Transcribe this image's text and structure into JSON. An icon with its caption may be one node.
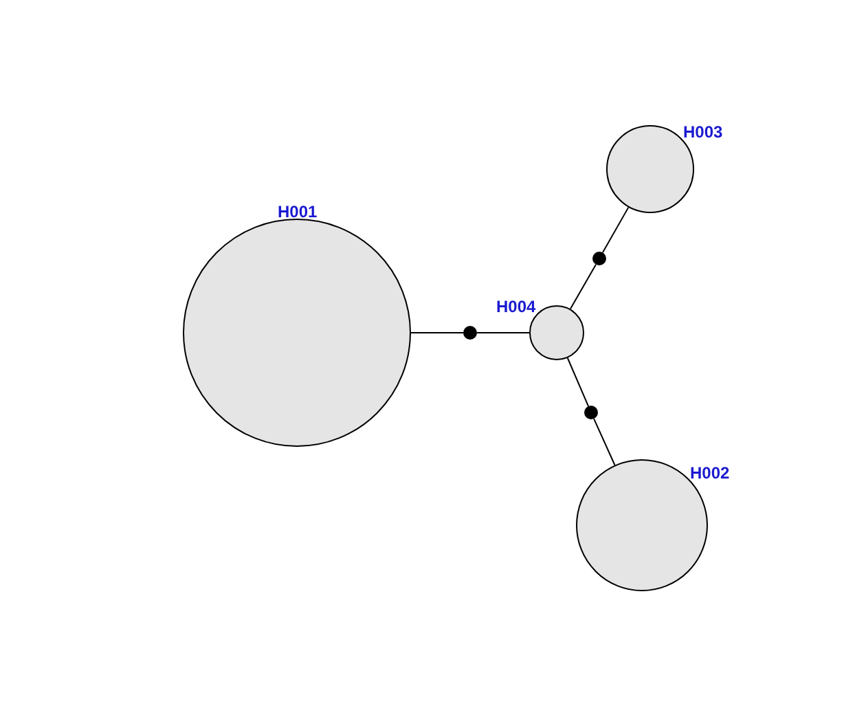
{
  "diagram": {
    "nodes": [
      {
        "text": [
          "H001"
        ]
      },
      {
        "text": [
          "H004"
        ]
      },
      {
        "text": [
          "H003"
        ]
      },
      {
        "text": [
          "H002"
        ]
      },
      {
        "text": [],
        "shape": "circle"
      },
      {
        "text": [],
        "shape": "circle"
      },
      {
        "text": [],
        "shape": "circle"
      }
    ],
    "edges": [
      {
        "from": 0,
        "to": 4,
        "arrow": "none"
      },
      {
        "from": 4,
        "to": 1,
        "arrow": "none"
      },
      {
        "from": 1,
        "to": 5,
        "arrow": "none"
      },
      {
        "from": 5,
        "to": 2,
        "arrow": "none"
      },
      {
        "from": 1,
        "to": 6,
        "arrow": "none"
      },
      {
        "from": 6,
        "to": 3,
        "arrow": "none"
      }
    ]
  }
}
